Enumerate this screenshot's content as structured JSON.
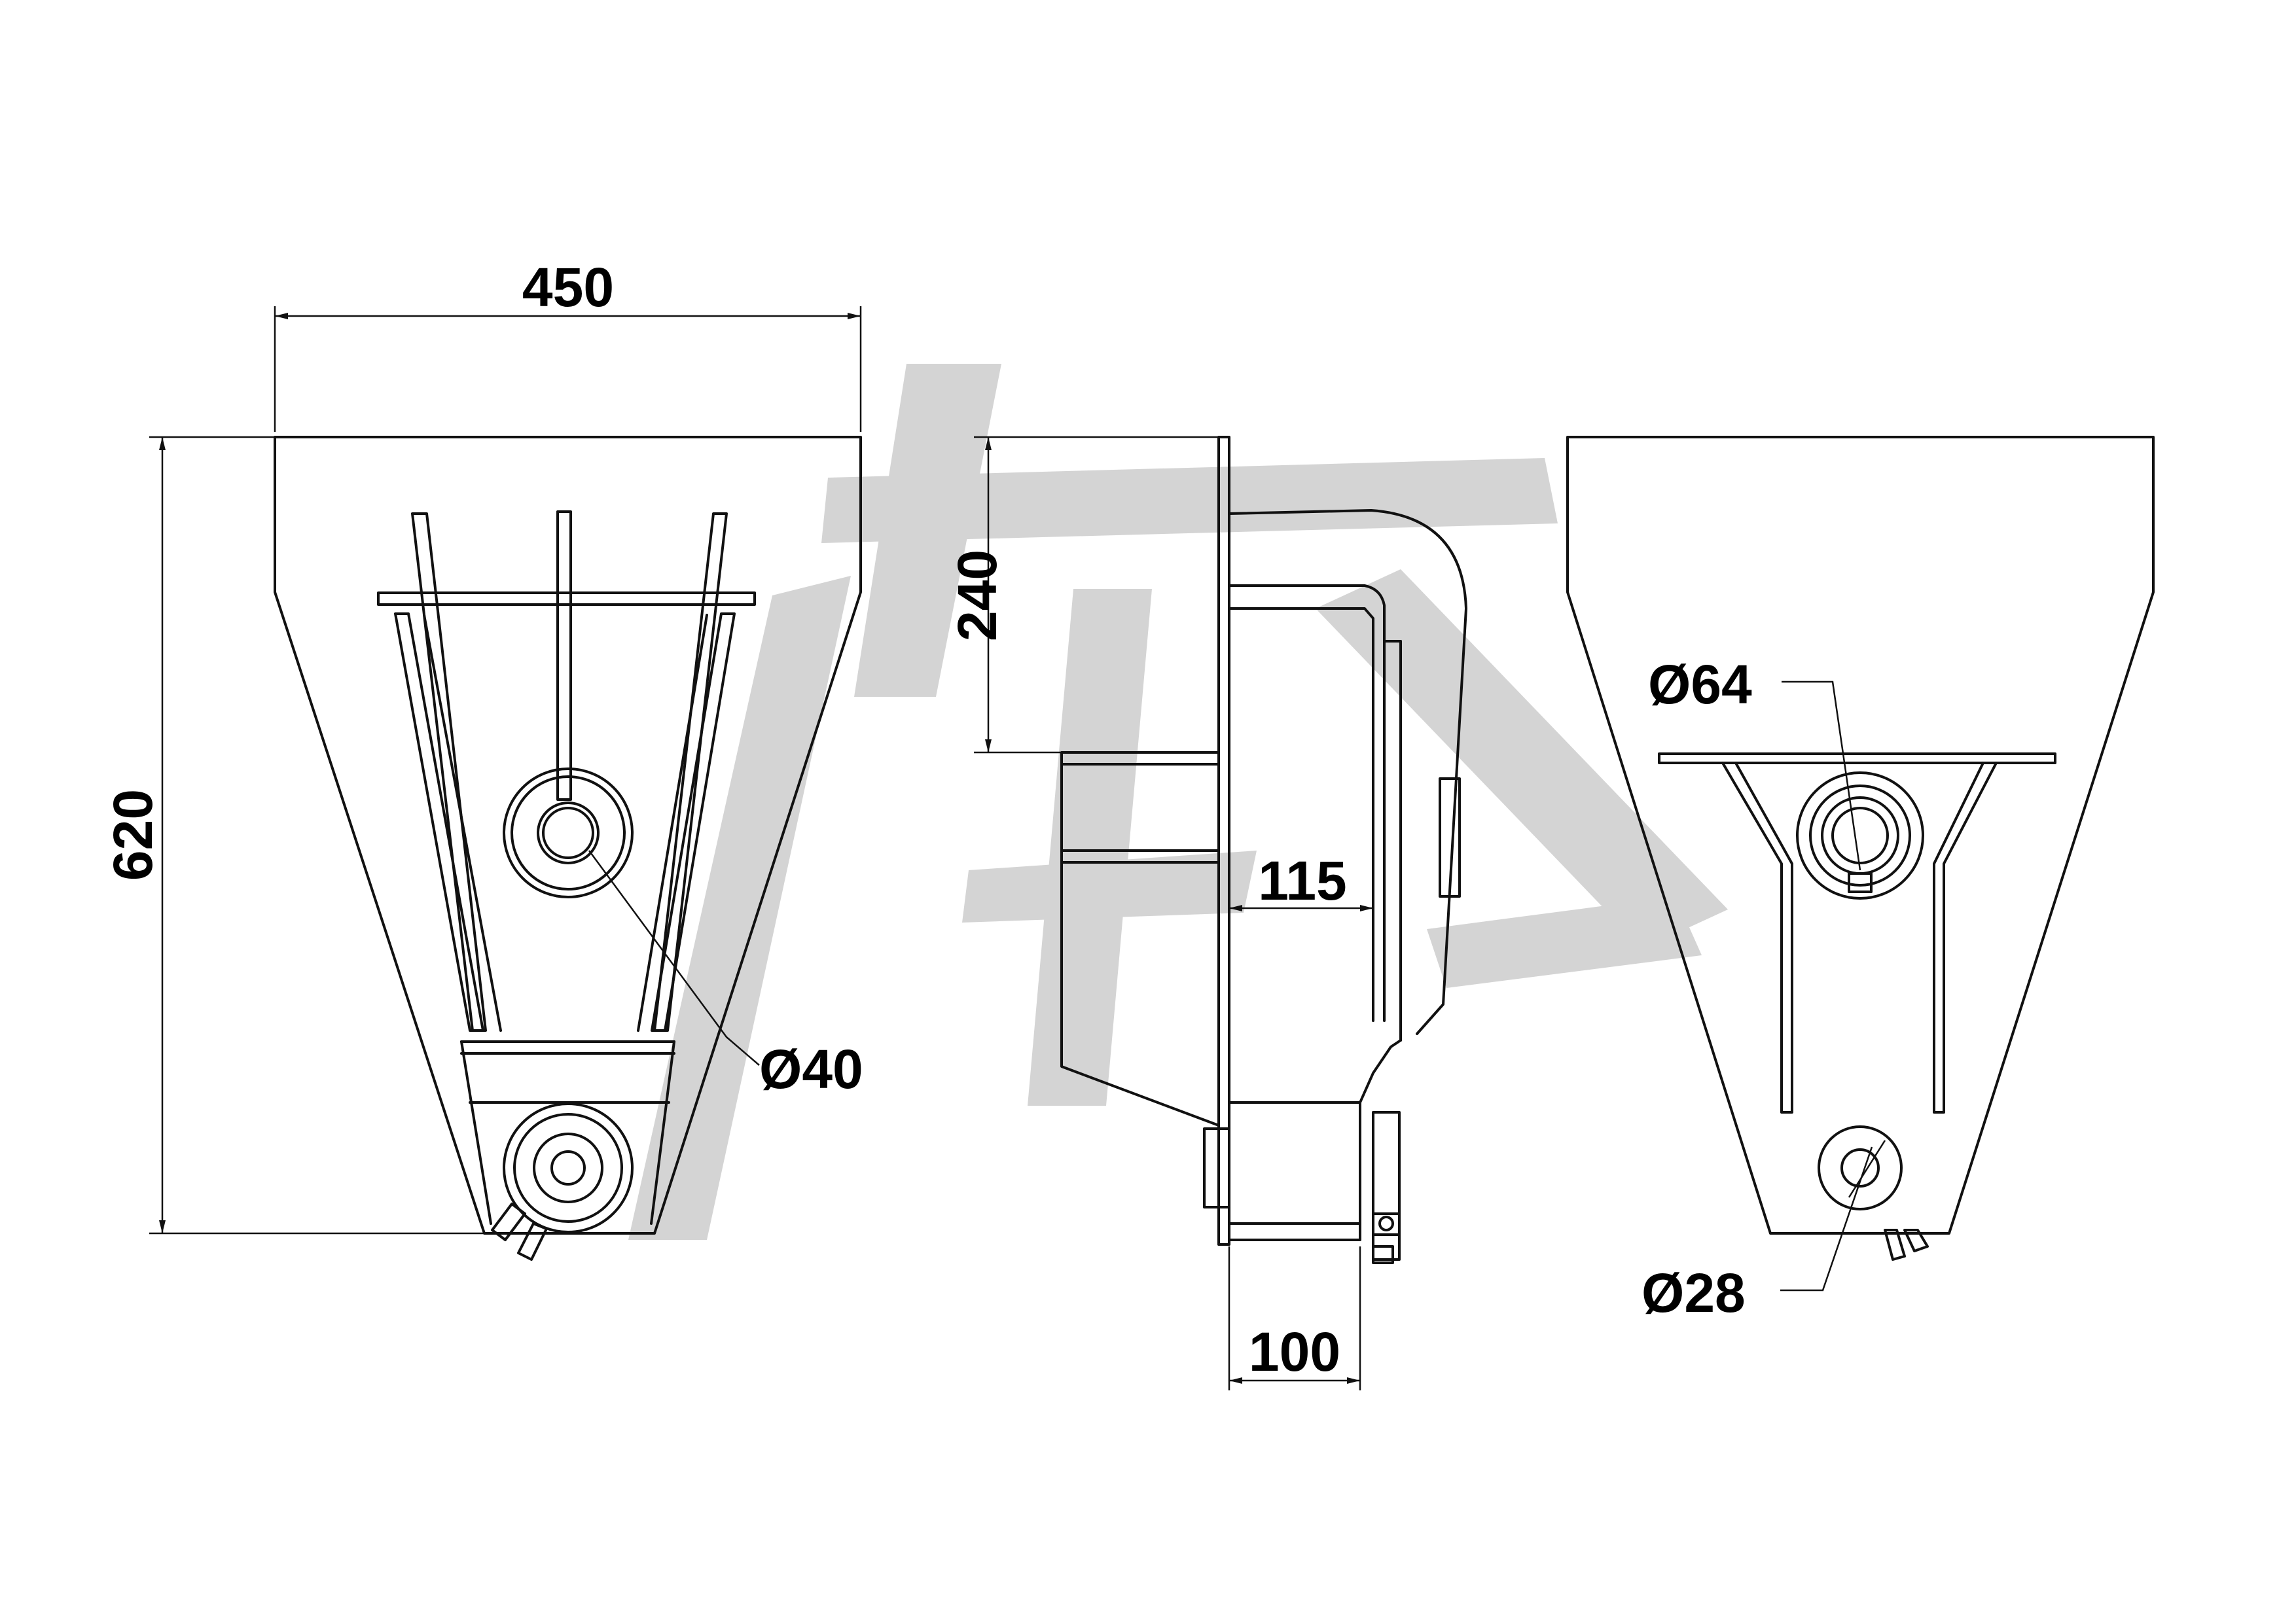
{
  "colors": {
    "line": "#111111",
    "watermark": "#d4d4d4",
    "background": "#ffffff"
  },
  "dimensions": {
    "front_width": "450",
    "front_height": "620",
    "front_hole": "Ø40",
    "side_height": "240",
    "side_depth": "115",
    "side_bottom": "100",
    "back_hole_large": "Ø64",
    "back_hole_small": "Ø28"
  }
}
